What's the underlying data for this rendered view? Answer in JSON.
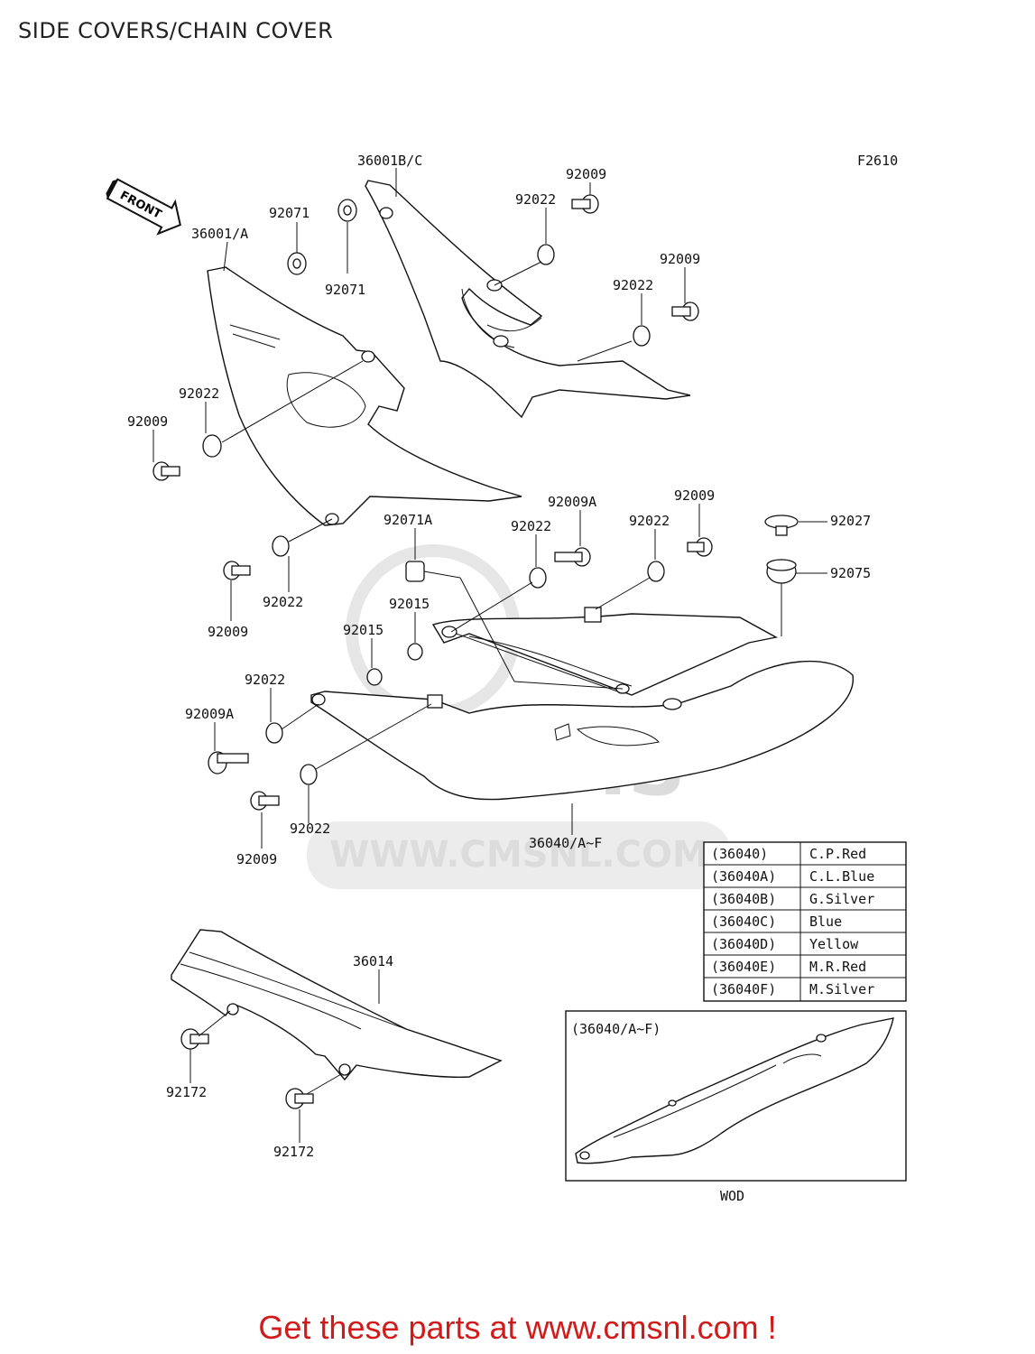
{
  "title": "SIDE COVERS/CHAIN COVER",
  "figure_code": "F2610",
  "front_tag": "FRONT",
  "watermark": {
    "brand": "CMS",
    "url": "WWW.CMSNL.COM"
  },
  "labels": {
    "p36001BC": "36001B/C",
    "p36001A": "36001/A",
    "p92071_a": "92071",
    "p92071_b": "92071",
    "p92009_a": "92009",
    "p92022_a": "92022",
    "p92009_b": "92009",
    "p92022_b": "92022",
    "p92022_c": "92022",
    "p92009_c": "92009",
    "p92009_d": "92009",
    "p92022_d": "92022",
    "p92071A": "92071A",
    "p92009A_a": "92009A",
    "p92022_e": "92022",
    "p92022_f": "92022",
    "p92009_e": "92009",
    "p92027": "92027",
    "p92075": "92075",
    "p92015_a": "92015",
    "p92015_b": "92015",
    "p92022_g": "92022",
    "p92009A_b": "92009A",
    "p92009_f": "92009",
    "p92022_h": "92022",
    "p36040AF": "36040/A~F",
    "p36014": "36014",
    "p92172_a": "92172",
    "p92172_b": "92172"
  },
  "color_table": [
    {
      "code": "(36040)",
      "color": "C.P.Red"
    },
    {
      "code": "(36040A)",
      "color": "C.L.Blue"
    },
    {
      "code": "(36040B)",
      "color": "G.Silver"
    },
    {
      "code": "(36040C)",
      "color": "Blue"
    },
    {
      "code": "(36040D)",
      "color": "Yellow"
    },
    {
      "code": "(36040E)",
      "color": "M.R.Red"
    },
    {
      "code": "(36040F)",
      "color": "M.Silver"
    }
  ],
  "inset": {
    "title": "(36040/A~F)",
    "caption": "WOD"
  },
  "promo": "Get these parts at www.cmsnl.com !"
}
